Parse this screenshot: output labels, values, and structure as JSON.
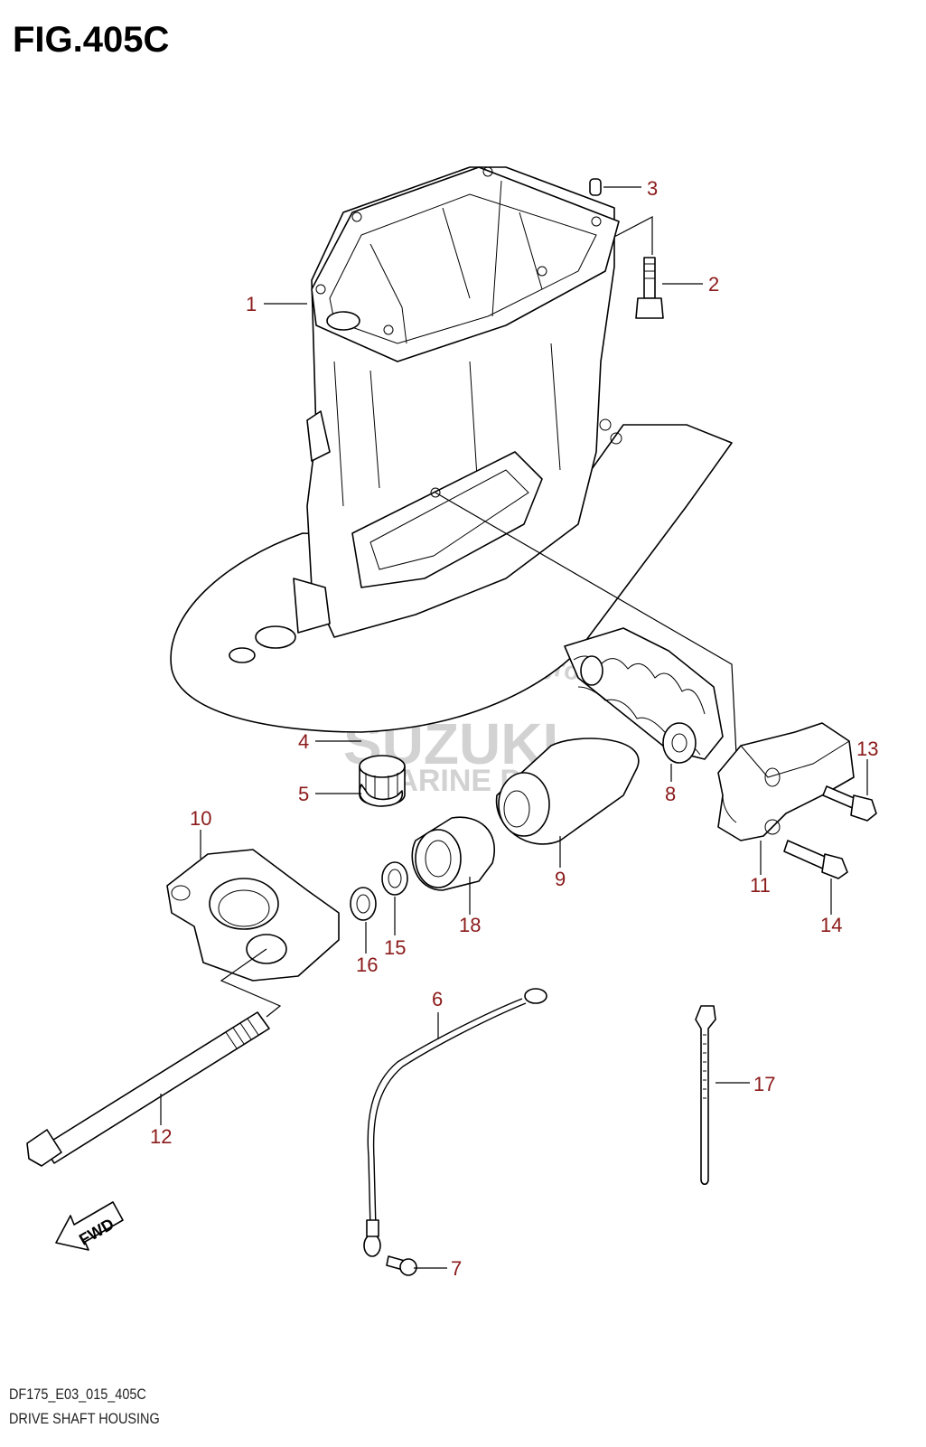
{
  "figure": {
    "title": "FIG.405C",
    "code": "DF175_E03_015_405C",
    "name": "DRIVE SHAFT HOUSING",
    "fwd_label": "FWD"
  },
  "watermark": {
    "brand": "SUZUKI",
    "line2": "MARINE PARTS",
    "site": "Motogrotto.nl"
  },
  "callouts": [
    "1",
    "2",
    "3",
    "4",
    "5",
    "6",
    "7",
    "8",
    "9",
    "10",
    "11",
    "12",
    "13",
    "14",
    "15",
    "16",
    "17",
    "18"
  ],
  "colors": {
    "callout": "#8b1a1a",
    "line": "#000000",
    "watermark": "#cccccc"
  }
}
